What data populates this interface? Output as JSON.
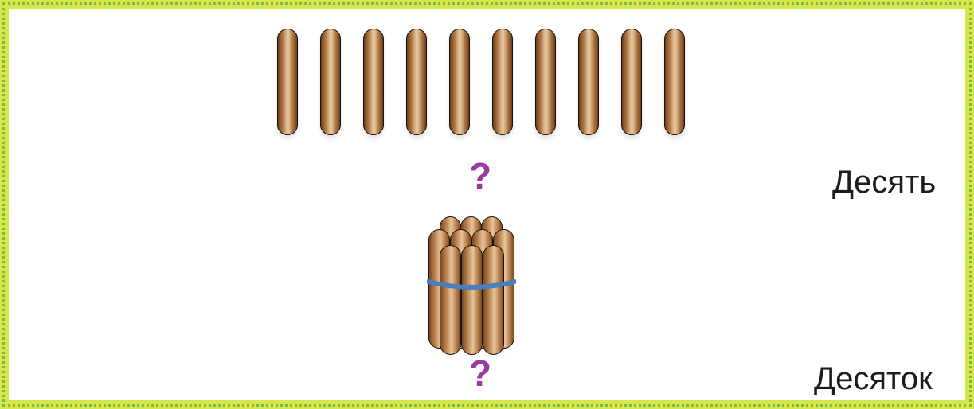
{
  "labels": {
    "top_question": "?",
    "bottom_question": "?",
    "top_word": "Десять",
    "bottom_word": "Десяток"
  },
  "illustration": {
    "loose_sticks_count": 10,
    "bundle_description": "bundle of ten sticks tied with a band",
    "colors": {
      "border": "#d7e64a",
      "border_dots": "#7fb941",
      "stick_dark": "#6a3f1c",
      "stick_light": "#edd0a6",
      "band": "#4a7fbd",
      "question": "#9a3aa0"
    }
  }
}
